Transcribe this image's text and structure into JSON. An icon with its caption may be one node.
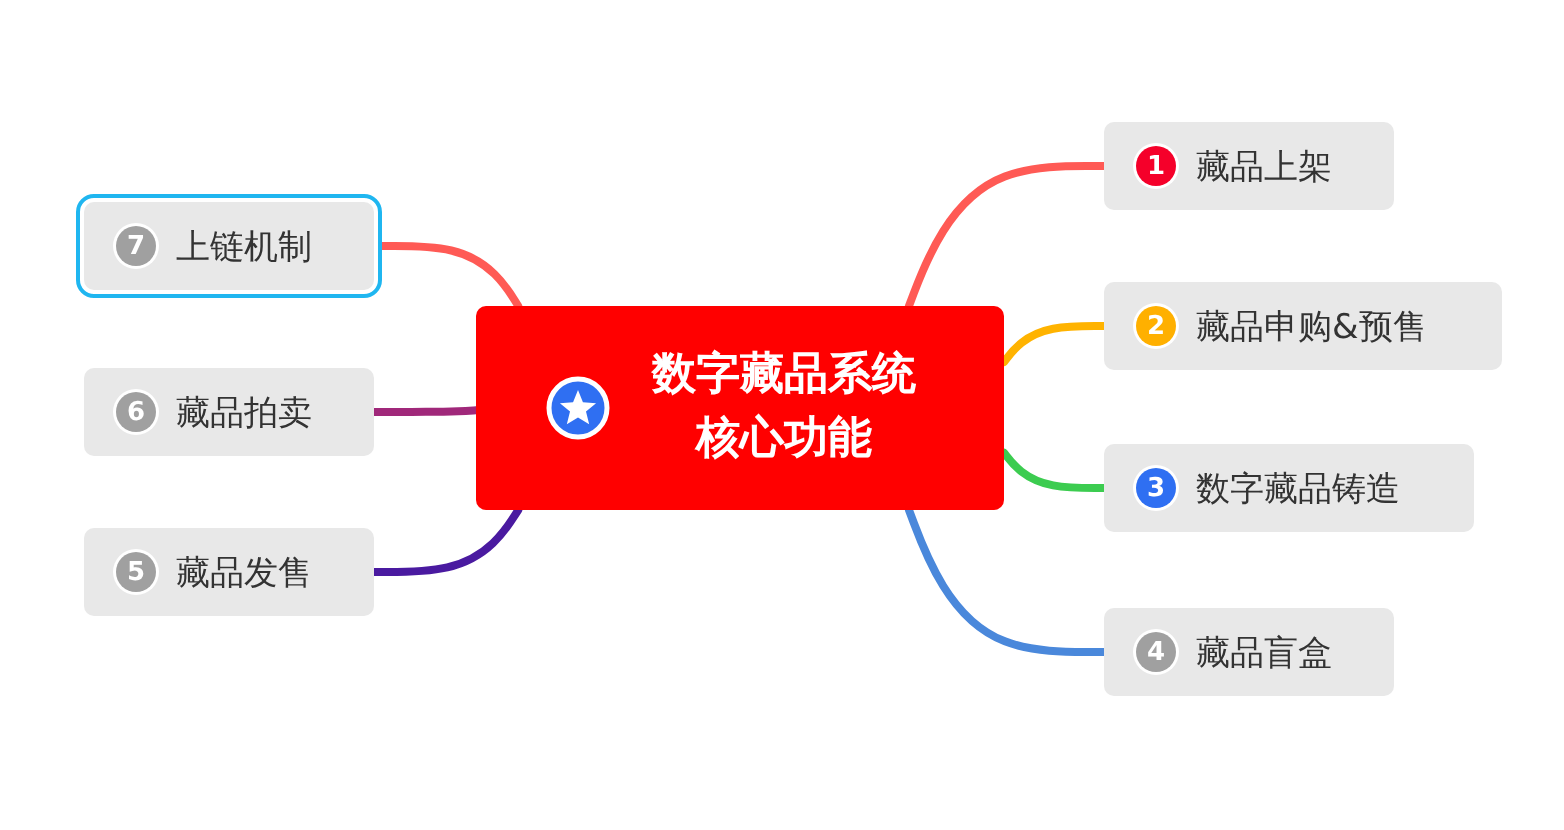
{
  "diagram": {
    "nodes": [
      {
        "text": [
          "数字藏品系统核心功能"
        ]
      },
      {
        "text": [
          "1",
          "藏品上架"
        ]
      },
      {
        "text": [
          "2",
          "藏品申购&预售"
        ]
      },
      {
        "text": [
          "3",
          "数字藏品铸造"
        ]
      },
      {
        "text": [
          "4",
          "藏品盲盒"
        ]
      },
      {
        "text": [
          "5",
          "藏品发售"
        ]
      },
      {
        "text": [
          "6",
          "藏品拍卖"
        ]
      },
      {
        "text": [
          "7",
          "上链机制"
        ]
      }
    ],
    "edges": [
      {
        "from": 0,
        "to": 1,
        "arrow": "none",
        "color": "#ff5a55"
      },
      {
        "from": 0,
        "to": 2,
        "arrow": "none",
        "color": "#ffb300"
      },
      {
        "from": 0,
        "to": 3,
        "arrow": "none",
        "color": "#3ccc50"
      },
      {
        "from": 0,
        "to": 4,
        "arrow": "none",
        "color": "#4a88db"
      },
      {
        "from": 0,
        "to": 5,
        "arrow": "none",
        "color": "#4a1aa0"
      },
      {
        "from": 0,
        "to": 6,
        "arrow": "none",
        "color": "#a0287a"
      },
      {
        "from": 0,
        "to": 7,
        "arrow": "none",
        "color": "#ff5a55"
      }
    ]
  }
}
